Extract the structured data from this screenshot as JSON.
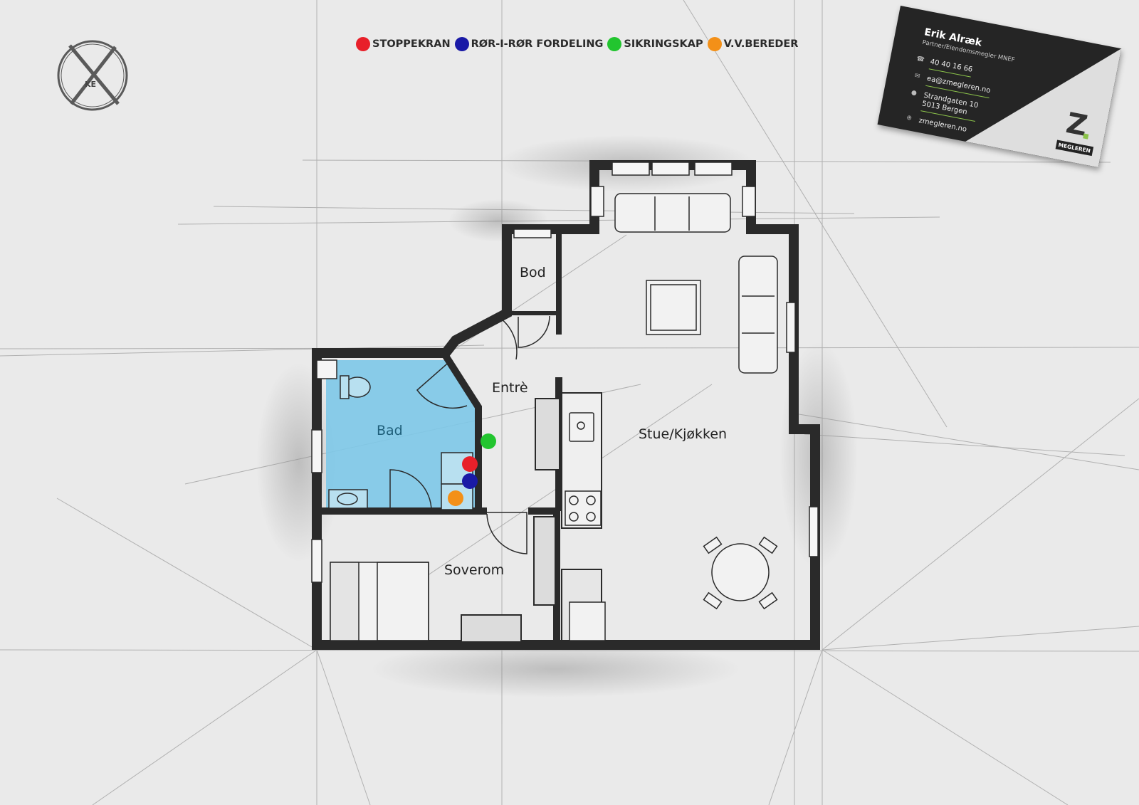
{
  "legend": {
    "items": [
      {
        "label": "STOPPEKRAN",
        "color": "#e8202a"
      },
      {
        "label": "RØR-I-RØR FORDELING",
        "color": "#1a1aa6"
      },
      {
        "label": "SIKRINGSKAP",
        "color": "#22c52f"
      },
      {
        "label": "V.V.BEREDER",
        "color": "#f39018"
      }
    ]
  },
  "rooms": {
    "bod": "Bod",
    "entre": "Entrè",
    "bad": "Bad",
    "stue_kjokken": "Stue/Kjøkken",
    "soverom": "Soverom"
  },
  "colors": {
    "bathroom_fill": "#7dc8e8",
    "wall": "#2a2a2a",
    "background": "#eaeaea"
  },
  "card": {
    "name": "Erik Alræk",
    "title": "Partner/Eiendomsmegler MNEF",
    "phone": "40 40 16 66",
    "email": "ea@zmegleren.no",
    "address_line1": "Strandgaten 10",
    "address_line2": "5013 Bergen",
    "website": "zmegleren.no",
    "logo_letter": "Z",
    "logo_tag": "MEGLEREN",
    "icons": [
      "phone-icon",
      "mail-icon",
      "location-icon",
      "globe-icon"
    ]
  },
  "logo": {
    "text": "X",
    "monogram": "KE"
  }
}
